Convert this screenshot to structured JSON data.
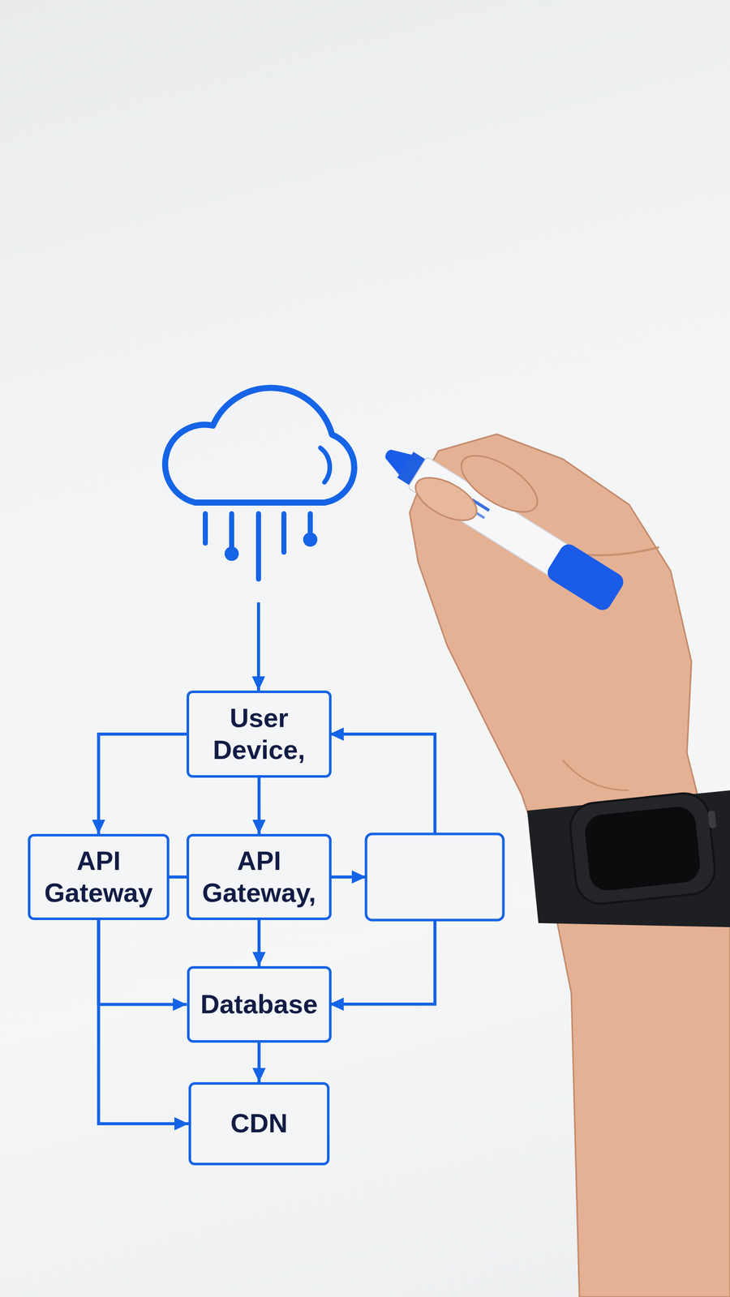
{
  "diagram": {
    "nodes": [
      {
        "text": [
          "User Device,"
        ]
      },
      {
        "text": [
          "API Gateway"
        ]
      },
      {
        "text": [
          "API Gateway,"
        ]
      },
      {
        "text": [
          "Database"
        ]
      },
      {
        "text": [
          "CDN"
        ]
      }
    ],
    "edges": [
      {
        "from": 0,
        "to": 1,
        "arrow": "to"
      },
      {
        "from": 0,
        "to": 2,
        "arrow": "to"
      },
      {
        "from": 1,
        "to": 2,
        "arrow": "none"
      },
      {
        "from": 2,
        "to": 3,
        "arrow": "to"
      },
      {
        "from": 1,
        "to": 3,
        "arrow": "to"
      },
      {
        "from": 1,
        "to": 4,
        "arrow": "to"
      },
      {
        "from": 3,
        "to": 4,
        "arrow": "to"
      }
    ]
  }
}
